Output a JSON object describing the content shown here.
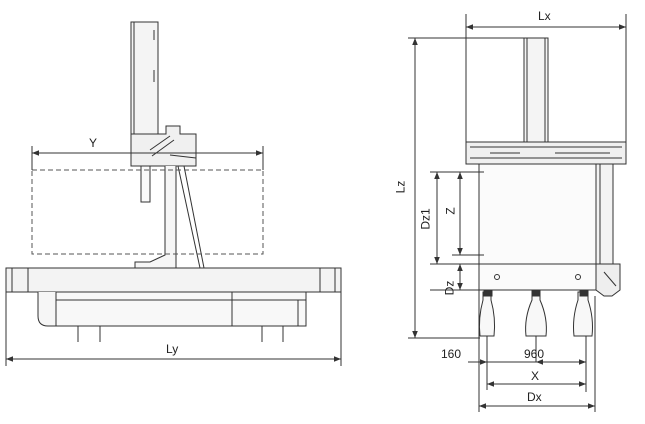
{
  "diagram": {
    "labels": {
      "y": "Y",
      "ly": "Ly",
      "lx": "Lx",
      "lz": "Lz",
      "dz1": "Dz1",
      "z": "Z",
      "dz": "Dz",
      "offset": "160",
      "spacing": "960",
      "x": "X",
      "dx": "Dx"
    },
    "colors": {
      "line": "#333333",
      "dash": "#444444",
      "fill": "#f2f2f2",
      "dark": "#222222"
    }
  }
}
